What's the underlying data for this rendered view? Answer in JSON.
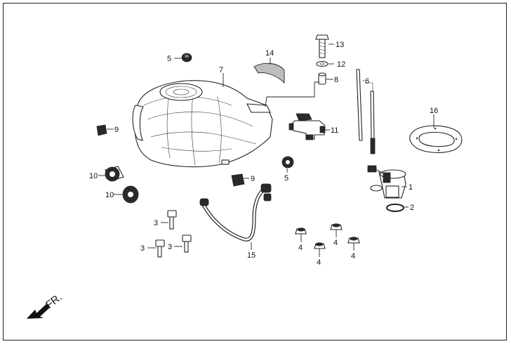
{
  "callouts": {
    "c1": "1",
    "c2": "2",
    "c3a": "3",
    "c3b": "3",
    "c3c": "3",
    "c4a": "4",
    "c4b": "4",
    "c4c": "4",
    "c4d": "4",
    "c5a": "5",
    "c5b": "5",
    "c6": "6",
    "c7": "7",
    "c8": "8",
    "c9a": "9",
    "c9b": "9",
    "c10a": "10",
    "c10b": "10",
    "c11": "11",
    "c12": "12",
    "c13": "13",
    "c14": "14",
    "c15": "15",
    "c16": "16"
  },
  "direction": {
    "label": "FR."
  }
}
